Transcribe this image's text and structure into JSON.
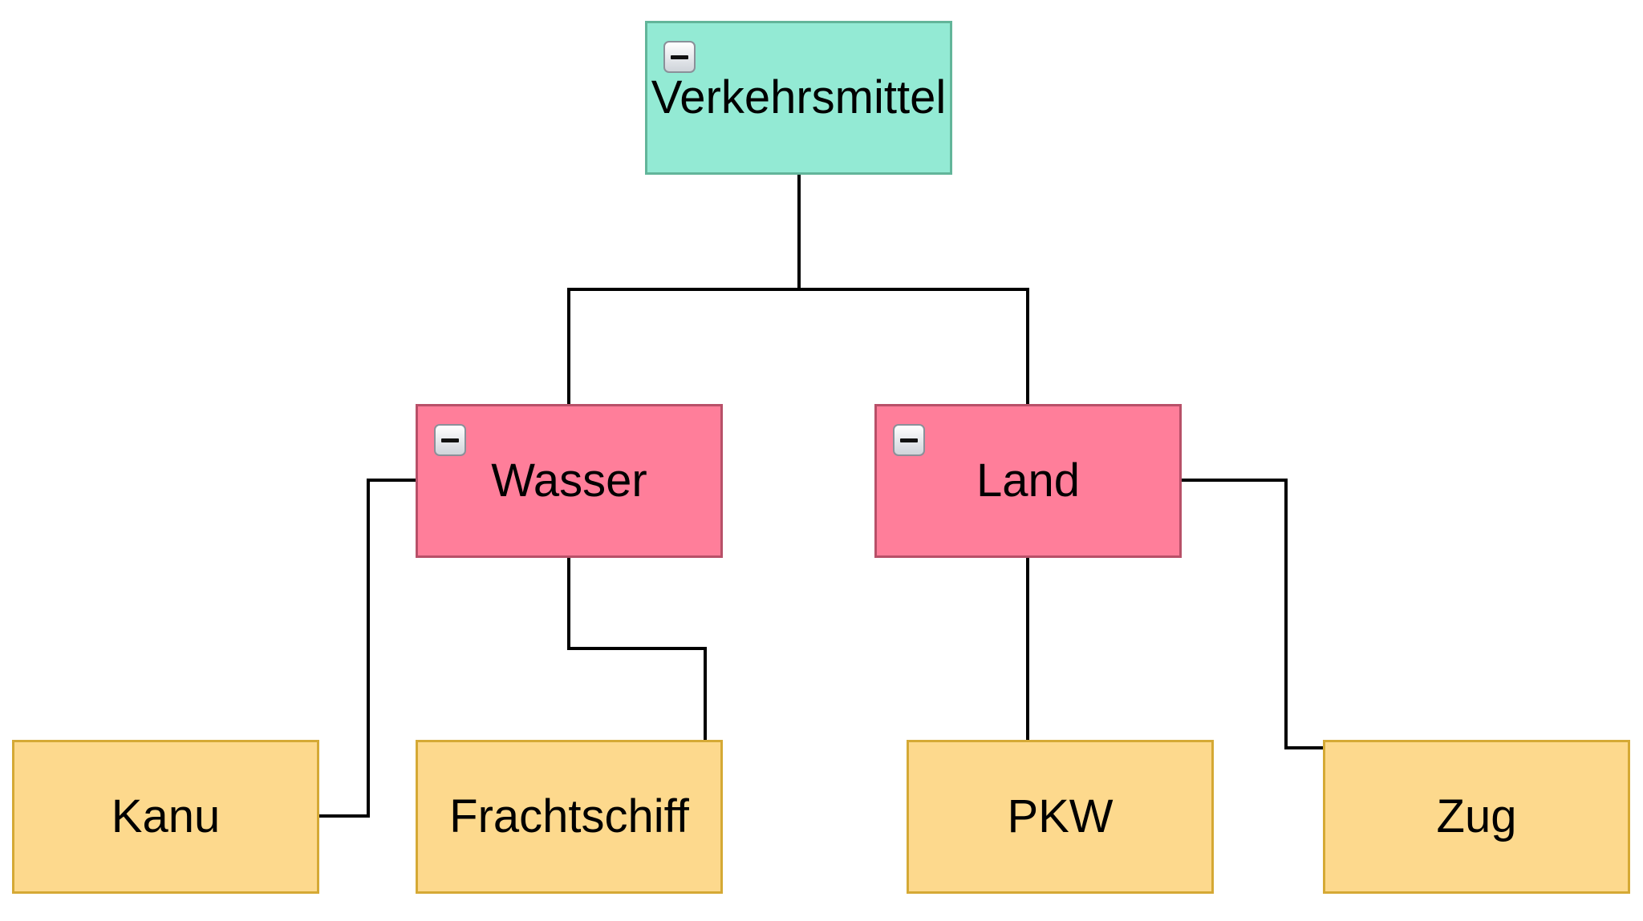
{
  "diagram": {
    "root": {
      "label": "Verkehrsmittel",
      "fill": "#93ead4",
      "stroke": "#62b59a",
      "collapsible": true,
      "toggle_icon": "minus-square-icon"
    },
    "level1": [
      {
        "label": "Wasser",
        "fill": "#ff7e9a",
        "stroke": "#b85068",
        "collapsible": true,
        "toggle_icon": "minus-square-icon"
      },
      {
        "label": "Land",
        "fill": "#ff7e9a",
        "stroke": "#b85068",
        "collapsible": true,
        "toggle_icon": "minus-square-icon"
      }
    ],
    "leaves": [
      {
        "label": "Kanu",
        "parent": "Wasser",
        "fill": "#fdd98d",
        "stroke": "#d5a935"
      },
      {
        "label": "Frachtschiff",
        "parent": "Wasser",
        "fill": "#fdd98d",
        "stroke": "#d5a935"
      },
      {
        "label": "PKW",
        "parent": "Land",
        "fill": "#fdd98d",
        "stroke": "#d5a935"
      },
      {
        "label": "Zug",
        "parent": "Land",
        "fill": "#fdd98d",
        "stroke": "#d5a935"
      }
    ],
    "edges": [
      {
        "from": "Verkehrsmittel",
        "to": "Wasser"
      },
      {
        "from": "Verkehrsmittel",
        "to": "Land"
      },
      {
        "from": "Wasser",
        "to": "Kanu"
      },
      {
        "from": "Wasser",
        "to": "Frachtschiff"
      },
      {
        "from": "Land",
        "to": "PKW"
      },
      {
        "from": "Land",
        "to": "Zug"
      }
    ],
    "edge_color": "#000000"
  }
}
